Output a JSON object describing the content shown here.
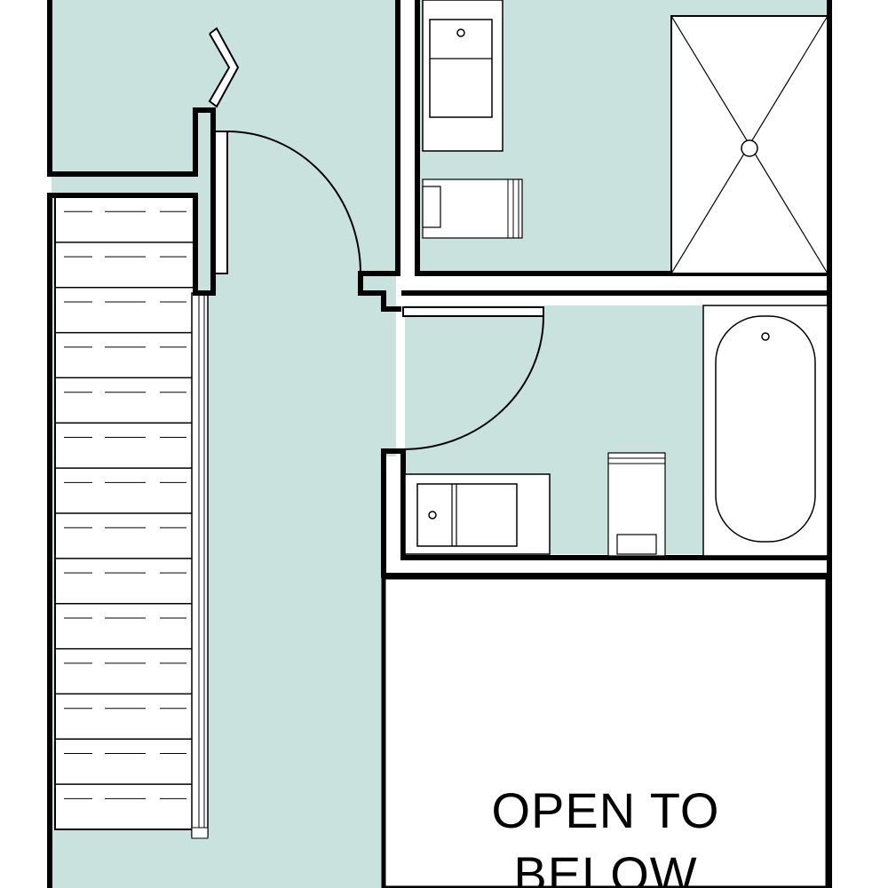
{
  "plan": {
    "open_to_below_line1": "OPEN TO",
    "open_to_below_line2": "BELOW"
  },
  "colors": {
    "floor": "#c9e2de",
    "wall": "#000000",
    "fixture": "#ffffff",
    "background": "#ffffff"
  },
  "stairs": {
    "tread_count": 14
  }
}
